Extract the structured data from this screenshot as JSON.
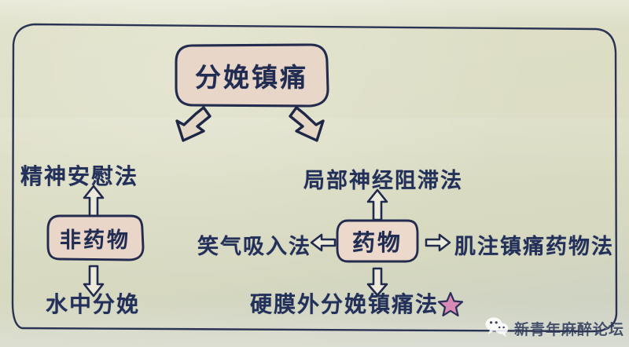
{
  "meta": {
    "title": "分娩镇痛 手绘思维导图",
    "background_color": "#dcddc4",
    "ink_color": "#23305a",
    "box_fill_color": "#e6d4c9",
    "arrow_fill_color": "#e3d6c6",
    "star_color": "#d98bb5"
  },
  "root": {
    "label": "分娩镇痛"
  },
  "branches": [
    {
      "id": "non-drug",
      "box_label": "非药物",
      "above_label": "精神安慰法",
      "below_label": "水中分娩"
    },
    {
      "id": "drug",
      "box_label": "药物",
      "above_label": "局部神经阻滞法",
      "left_label": "笑气吸入法",
      "right_label": "肌注镇痛药物法",
      "below_label": "硬膜外分娩镇痛法",
      "below_marker": "star"
    }
  ],
  "arrows": {
    "root_left": "arrow-down-left",
    "root_right": "arrow-down-right",
    "non_drug_up": "arrow-up",
    "non_drug_down": "arrow-down",
    "drug_up": "arrow-up",
    "drug_down": "arrow-down",
    "drug_left": "arrow-left",
    "drug_right": "arrow-right"
  },
  "watermark": {
    "icon": "wechat-icon",
    "text": "新青年麻醉论坛"
  }
}
